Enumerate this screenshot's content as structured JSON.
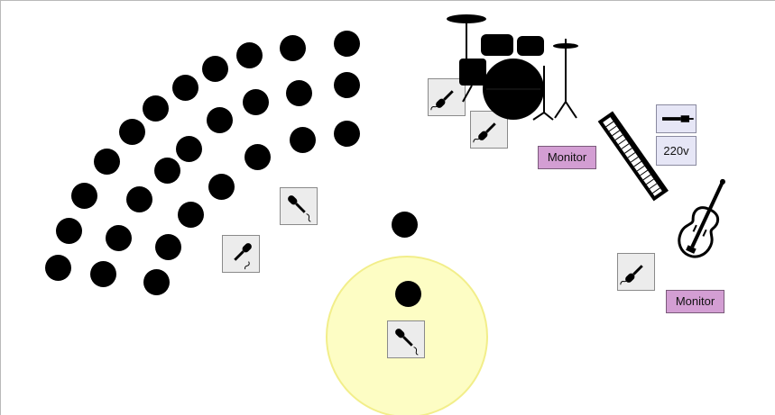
{
  "stage": {
    "monitor_drums_label": "Monitor",
    "monitor_violin_label": "Monitor",
    "power_label": "220v",
    "colors": {
      "seat": "#000000",
      "spotlight": "#fdfdc4",
      "monitor": "#d39ed3",
      "mic_box": "#ececec",
      "power": "#e6e6f6"
    },
    "icons": [
      "drum-kit-icon",
      "keyboard-icon",
      "violin-icon",
      "microphone-icon",
      "audio-jack-icon"
    ]
  }
}
